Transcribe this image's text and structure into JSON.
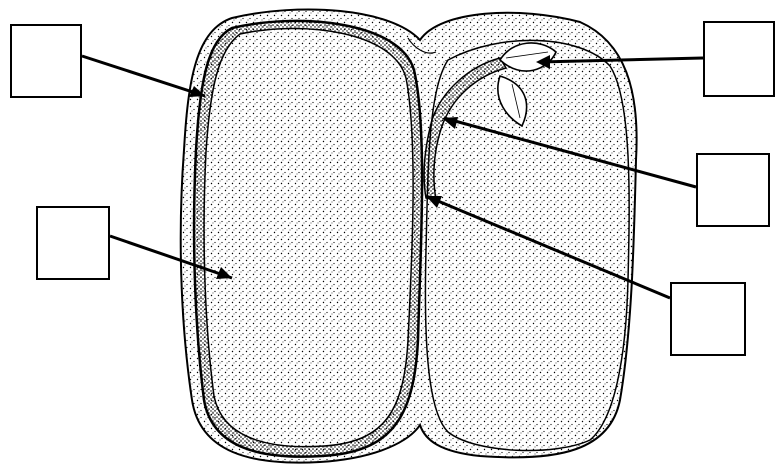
{
  "diagram": {
    "label_boxes": [
      {
        "id": "box-seed-coat",
        "text": ""
      },
      {
        "id": "box-cotyledon",
        "text": ""
      },
      {
        "id": "box-plumule",
        "text": ""
      },
      {
        "id": "box-hypocotyl",
        "text": ""
      },
      {
        "id": "box-radicle",
        "text": ""
      }
    ],
    "colors": {
      "ink": "#000000",
      "paper": "#ffffff"
    }
  }
}
